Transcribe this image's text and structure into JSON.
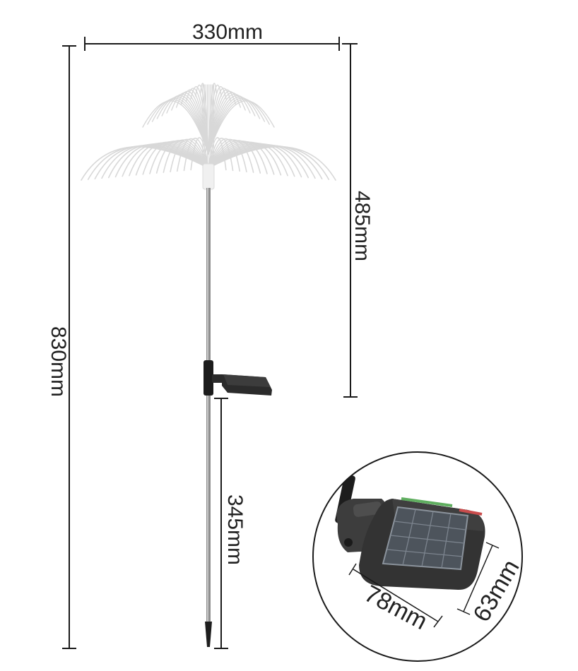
{
  "dimensions": {
    "top_width": "330mm",
    "total_height": "830mm",
    "upper_height": "485mm",
    "stake_length": "345mm",
    "panel_width": "78mm",
    "panel_depth": "63mm"
  },
  "colors": {
    "line": "#1a1a1a",
    "stem": "#8c8c8c",
    "fiber": "#d8d8d8",
    "panel": "#3a3a3a",
    "panel_cell": "#5a6068"
  }
}
